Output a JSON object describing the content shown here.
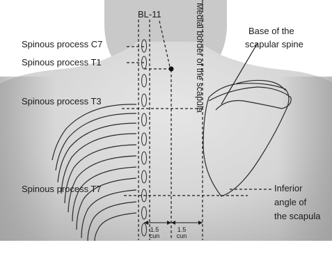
{
  "labels": {
    "spinous_c7": "Spinous process C7",
    "spinous_t1": "Spinous process T1",
    "spinous_t3": "Spinous process T3",
    "spinous_t7": "Spinous process T7",
    "point": "BL-11",
    "medial_border": "Medial border of the scapula",
    "base_line1": "Base of the",
    "base_line2": "scapular spine",
    "inferior_line1": "Inferior",
    "inferior_line2": "angle of",
    "inferior_line3": "the scapula",
    "cun_left": "1.5\ncun",
    "cun_right": "1.5\ncun"
  },
  "colors": {
    "background": "#ffffff",
    "skin_light": "#e4e4e4",
    "skin_mid": "#cbcbcb",
    "skin_dark": "#a9a9a9",
    "ink": "#1b1b1b"
  }
}
